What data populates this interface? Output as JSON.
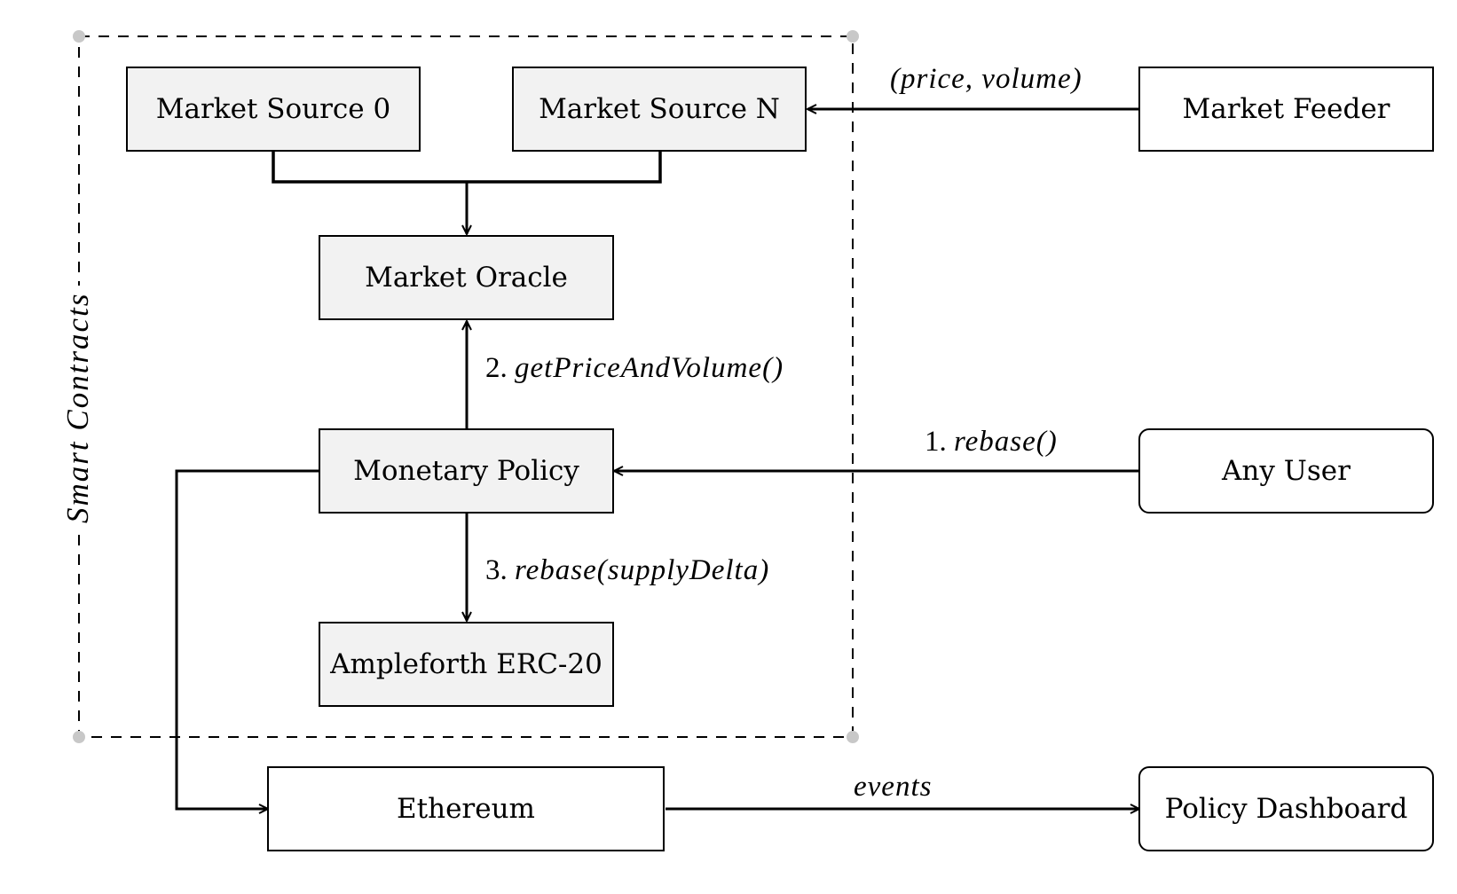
{
  "group": {
    "label": "Smart Contracts"
  },
  "nodes": {
    "market_source_0": "Market Source 0",
    "market_source_n": "Market Source N",
    "market_oracle": "Market Oracle",
    "monetary_policy": "Monetary Policy",
    "ampleforth_erc20": "Ampleforth ERC-20",
    "market_feeder": "Market Feeder",
    "any_user": "Any User",
    "ethereum": "Ethereum",
    "policy_dashboard": "Policy Dashboard"
  },
  "edges": {
    "price_volume": "(price, volume)",
    "get_price_prefix": "2.",
    "get_price_call": "getPriceAndVolume()",
    "rebase_user_prefix": "1.",
    "rebase_user_call": "rebase()",
    "rebase_supply_prefix": "3.",
    "rebase_supply_call": "rebase(supplyDelta)",
    "events": "events"
  },
  "colors": {
    "contract_fill": "#f2f2f2",
    "external_fill": "#ffffff",
    "stroke": "#000000",
    "group_corner_dot": "#c8c8c8"
  }
}
